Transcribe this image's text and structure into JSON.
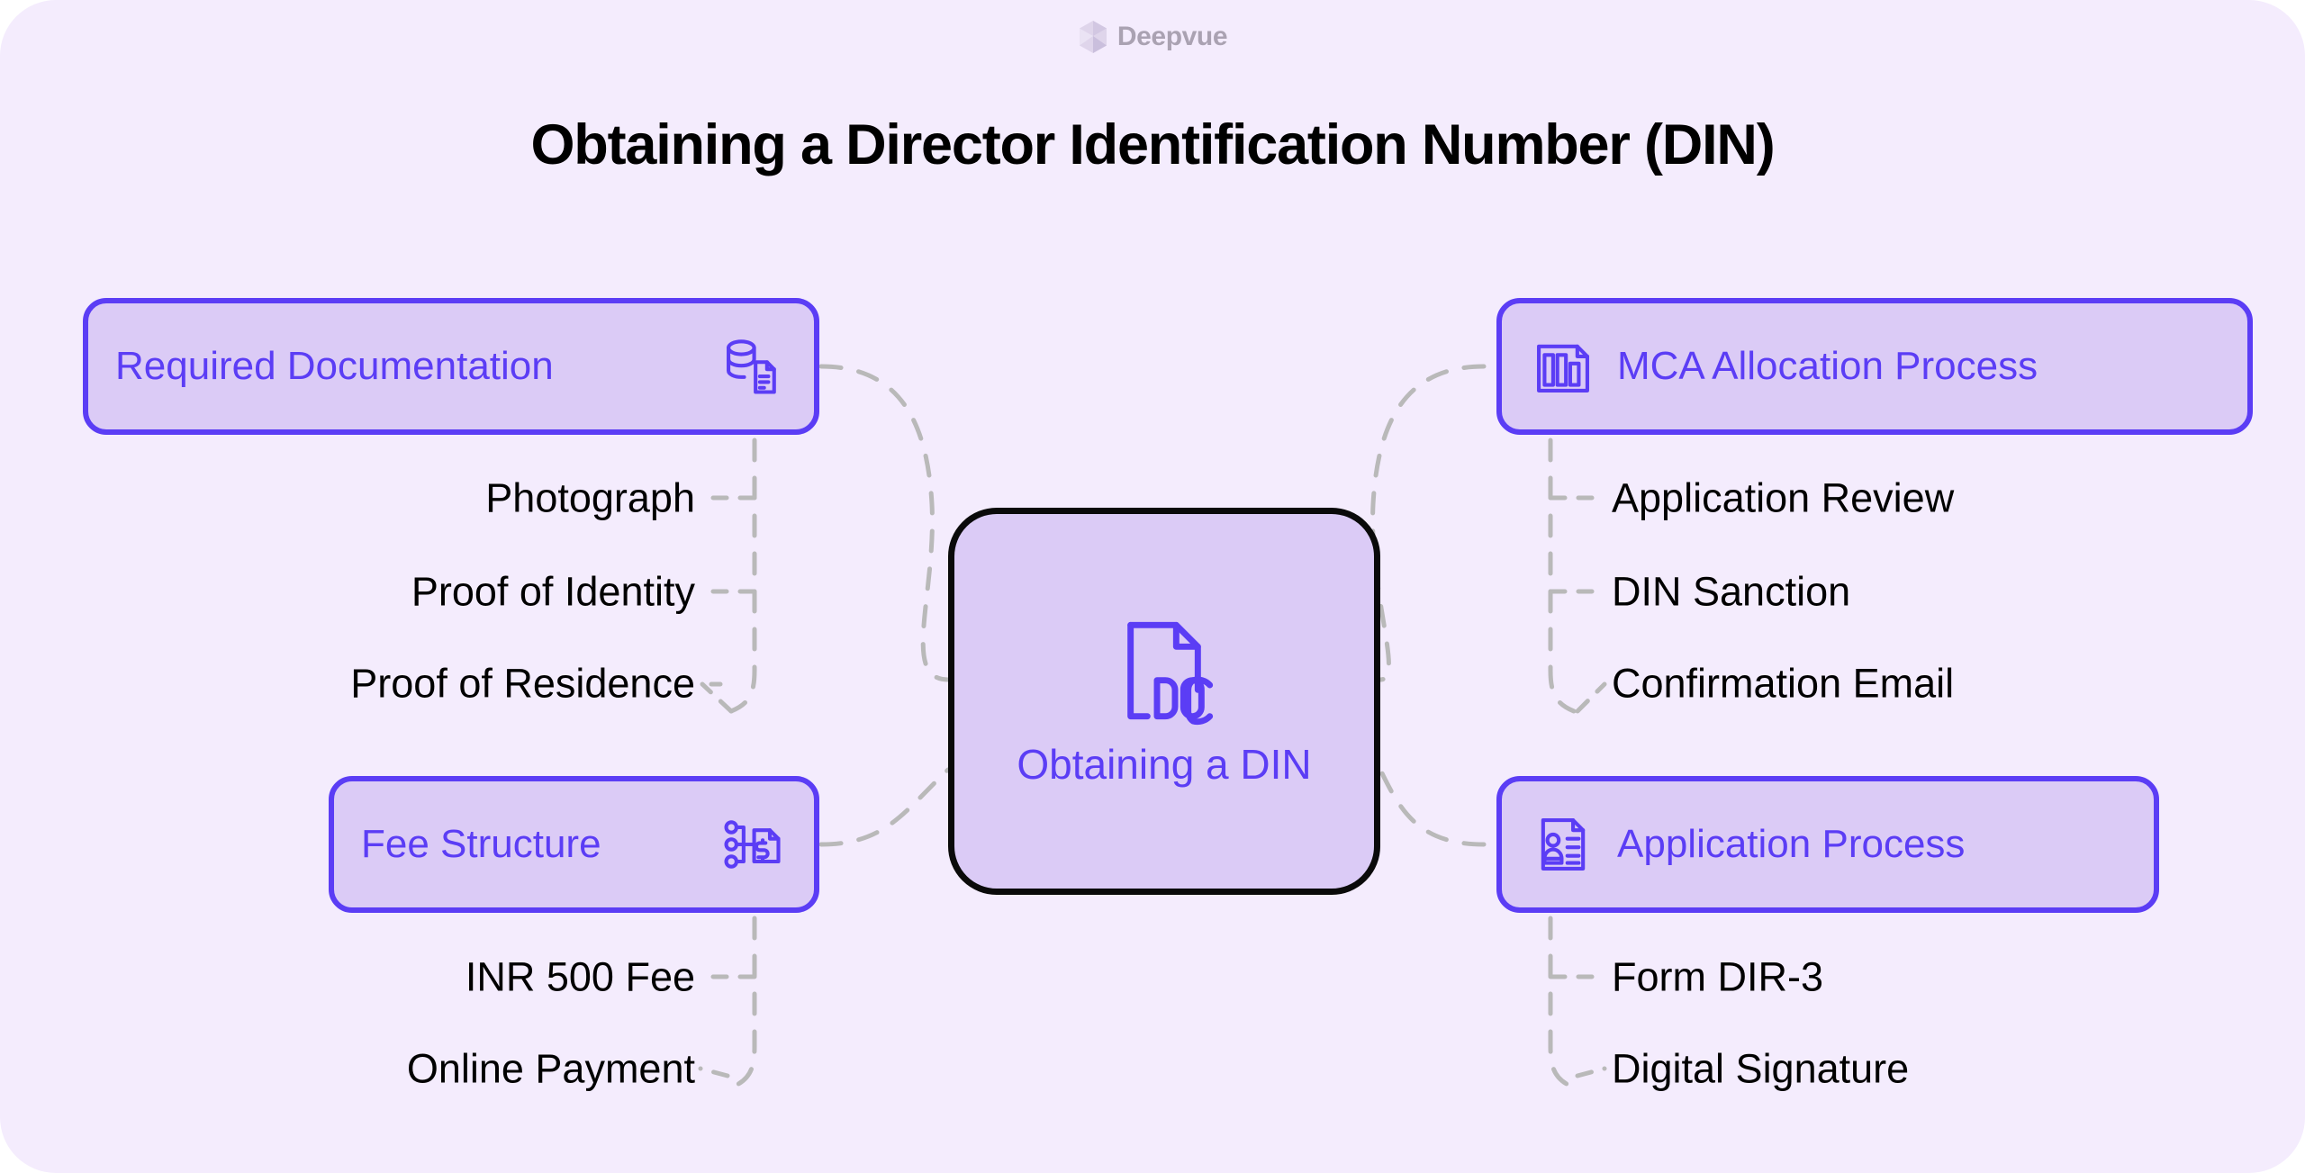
{
  "brand": {
    "name": "Deepvue",
    "logo_icon": "deepvue-hexagon-logo"
  },
  "title": "Obtaining a Director Identification Number (DIN)",
  "center": {
    "label": "Obtaining a DIN",
    "icon": "doc-file-icon",
    "border_color": "#0a0a0a",
    "fill_color": "#dbcbf6"
  },
  "colors": {
    "background": "#f4ecfd",
    "node_fill": "#dbcbf6",
    "node_border": "#5b3df5",
    "accent_text": "#5b3df5",
    "leaf_text": "#000000",
    "connector": "#b9b9b9",
    "title_text": "#000000"
  },
  "branches": [
    {
      "id": "required-documentation",
      "label": "Required Documentation",
      "icon": "database-document-icon",
      "icon_position": "right",
      "side": "left",
      "children": [
        "Photograph",
        "Proof of Identity",
        "Proof of Residence"
      ]
    },
    {
      "id": "fee-structure",
      "label": "Fee Structure",
      "icon": "fee-hierarchy-money-icon",
      "icon_position": "right",
      "side": "left",
      "children": [
        "INR 500 Fee",
        "Online Payment"
      ]
    },
    {
      "id": "mca-allocation-process",
      "label": "MCA Allocation Process",
      "icon": "institution-building-icon",
      "icon_position": "left",
      "side": "right",
      "children": [
        "Application Review",
        "DIN Sanction",
        "Confirmation Email"
      ]
    },
    {
      "id": "application-process",
      "label": "Application Process",
      "icon": "profile-document-icon",
      "icon_position": "left",
      "side": "right",
      "children": [
        "Form DIR-3",
        "Digital Signature"
      ]
    }
  ]
}
